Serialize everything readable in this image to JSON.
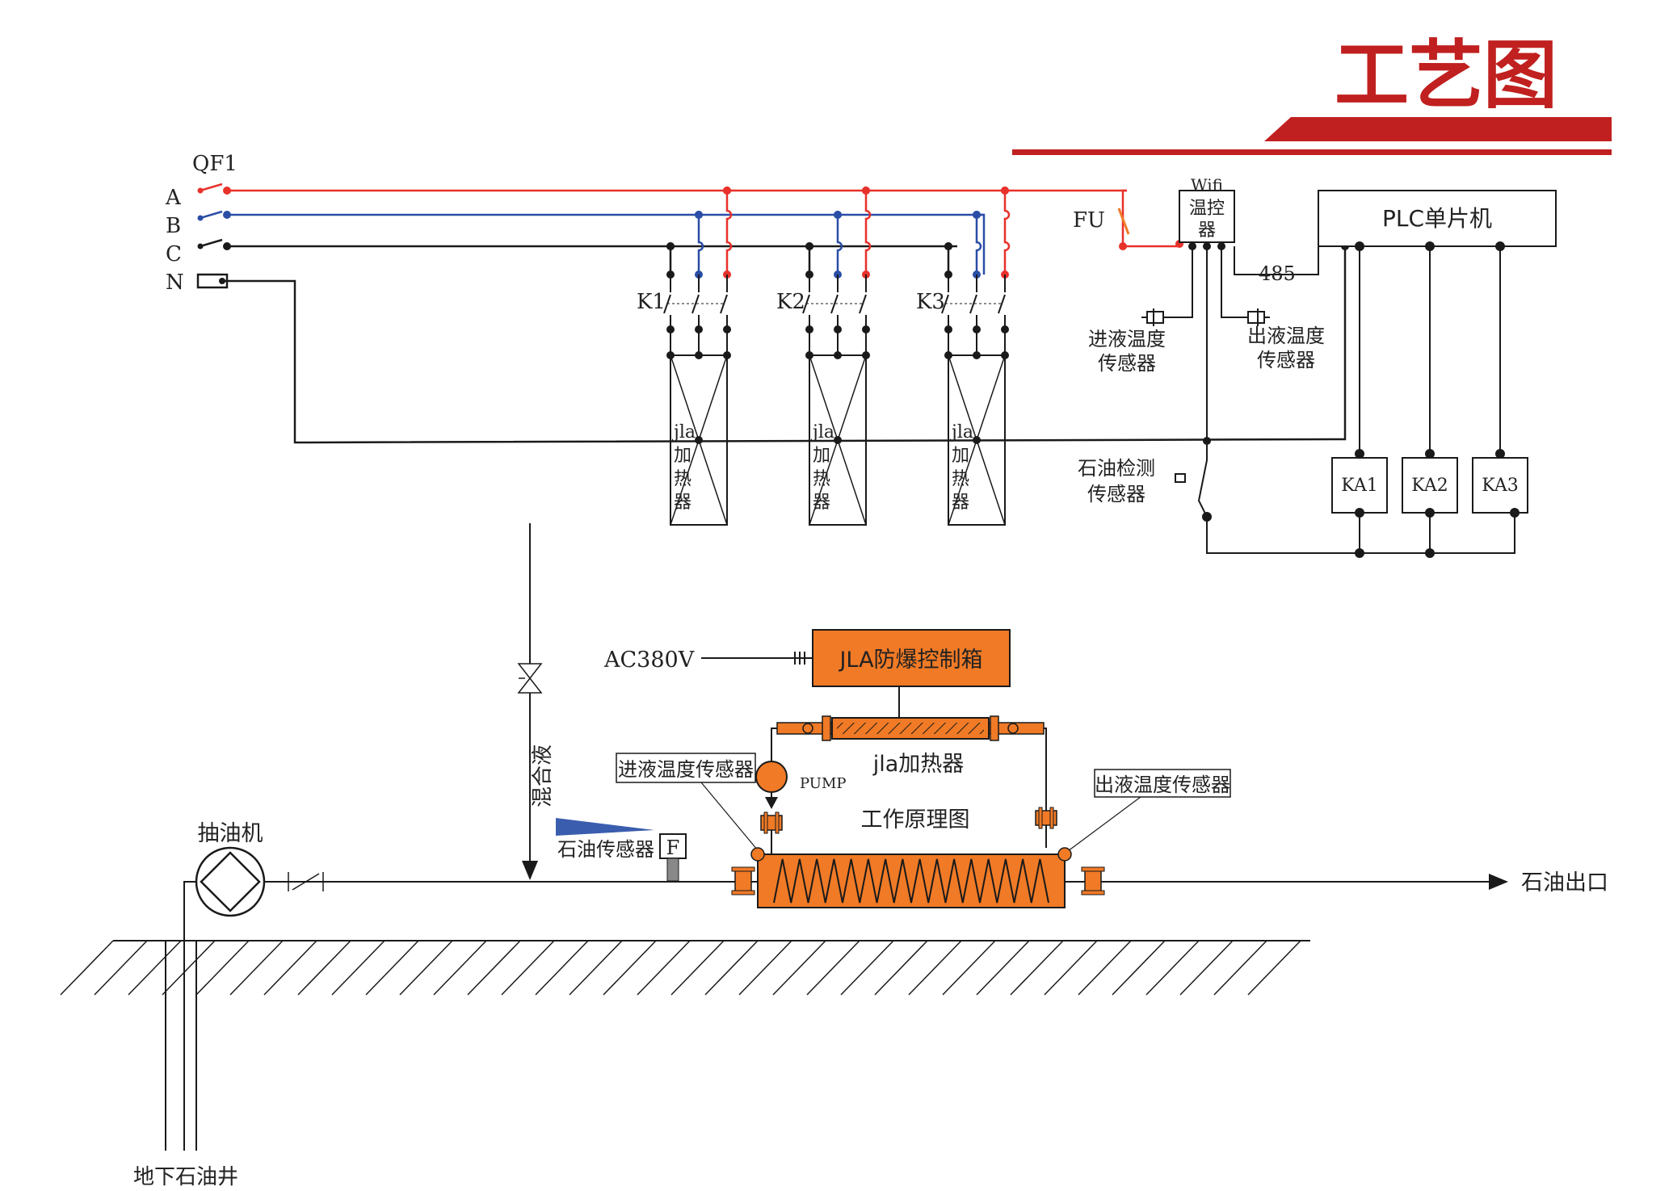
{
  "header": {
    "title": "工艺图",
    "accent_color": "#c0201f"
  },
  "colors": {
    "phase_a": "#e8312a",
    "phase_b": "#2a4ea6",
    "wire": "#1a1a1a",
    "equipment": "#f07a26",
    "equipment_dark": "#c4571a",
    "sensor_wedge": "#3a5dae"
  },
  "circuit": {
    "breaker_label": "QF1",
    "phases": [
      "A",
      "B",
      "C",
      "N"
    ],
    "contactors": [
      "K1",
      "K2",
      "K3"
    ],
    "heater_label_lines": [
      "jla",
      "加",
      "热",
      "器"
    ],
    "fuse_label": "FU",
    "thermostat_lines": [
      "Wifi",
      "温控",
      "器"
    ],
    "plc_label": "PLC单片机",
    "bus_label": "485",
    "inlet_sensor_lines": [
      "进液温度",
      "传感器"
    ],
    "outlet_sensor_lines": [
      "出液温度",
      "传感器"
    ],
    "oil_detect_lines": [
      "石油检测",
      "传感器"
    ],
    "relays": [
      "KA1",
      "KA2",
      "KA3"
    ]
  },
  "process": {
    "power_label": "AC380V",
    "control_box": "JLA防爆控制箱",
    "heater_label": "jla加热器",
    "inlet_sensor": "进液温度传感器",
    "outlet_sensor": "出液温度传感器",
    "pump_label": "PUMP",
    "diagram_label": "工作原理图",
    "mix_label": "混合液",
    "oil_sensor": "石油传感器",
    "flow_switch_letter": "F",
    "pump_jack": "抽油机",
    "oil_outlet": "石油出口",
    "well": "地下石油井"
  }
}
